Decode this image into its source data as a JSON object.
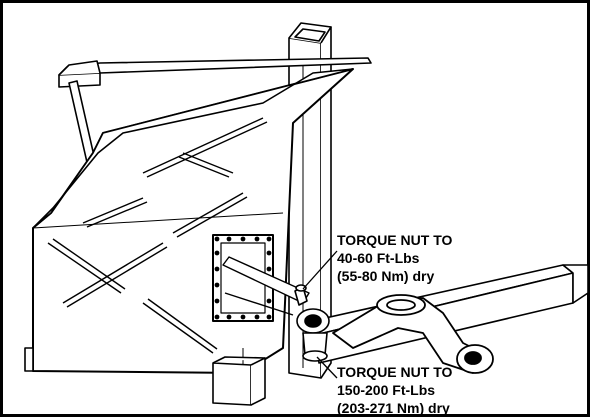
{
  "diagram": {
    "callouts": [
      {
        "lines": [
          "TORQUE NUT TO",
          "40-60 Ft-Lbs",
          "(55-80 Nm) dry"
        ]
      },
      {
        "lines": [
          "TORQUE NUT TO",
          "150-200 Ft-Lbs",
          "(203-271 Nm) dry"
        ]
      }
    ]
  }
}
